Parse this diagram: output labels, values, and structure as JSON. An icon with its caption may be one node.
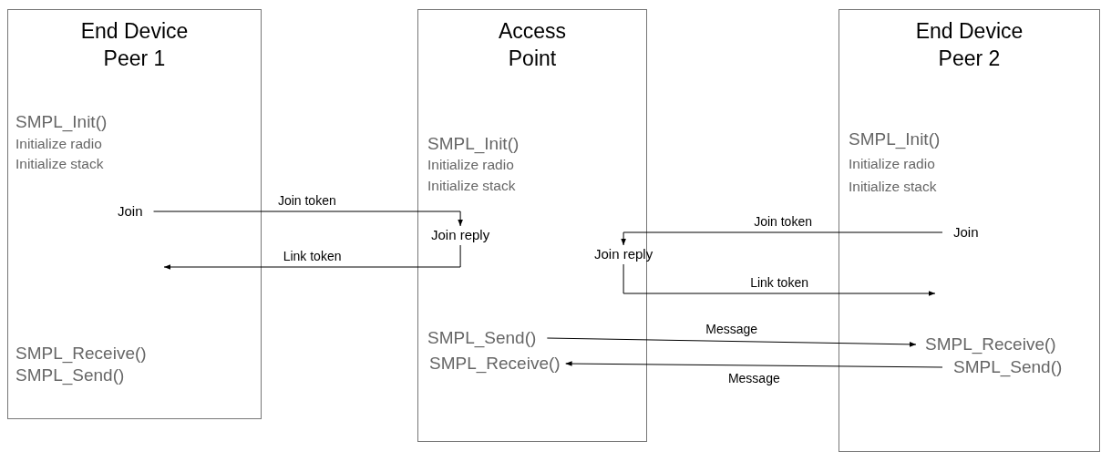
{
  "diagram": {
    "nodes": [
      {
        "text": [
          "End Device Peer 1",
          "SMPL_Init()",
          "Initialize radio",
          "Initialize stack",
          "SMPL_Receive()",
          "SMPL_Send()"
        ]
      },
      {
        "text": [
          "Join"
        ],
        "in": 0
      },
      {
        "text": [
          "Access Point",
          "SMPL_Init()",
          "Initialize radio",
          "Initialize stack"
        ]
      },
      {
        "text": [
          "Join reply"
        ],
        "in": 2
      },
      {
        "text": [
          "SMPL_Send()"
        ],
        "in": 2
      },
      {
        "text": [
          "SMPL_Receive()"
        ],
        "in": 2
      },
      {
        "text": [
          "End Device Peer 2",
          "SMPL_Init()",
          "Initialize radio",
          "Initialize stack"
        ]
      },
      {
        "text": [
          "Join"
        ],
        "in": 6
      },
      {
        "text": [
          "SMPL_Receive()"
        ],
        "in": 6
      },
      {
        "text": [
          "SMPL_Send()"
        ],
        "in": 6
      },
      {
        "text": [
          "Join reply"
        ]
      }
    ],
    "edges": [
      {
        "from": 1,
        "to": 3,
        "arrow": "to",
        "label": "Join token"
      },
      {
        "from": 3,
        "to": null,
        "arrow": "to",
        "label": "Link token"
      },
      {
        "from": 7,
        "to": 10,
        "arrow": "to",
        "label": "Join token"
      },
      {
        "from": 10,
        "to": null,
        "arrow": "to",
        "label": "Link token"
      },
      {
        "from": 4,
        "to": 8,
        "arrow": "to",
        "label": "Message"
      },
      {
        "from": 9,
        "to": 5,
        "arrow": "to",
        "label": "Message"
      }
    ]
  }
}
